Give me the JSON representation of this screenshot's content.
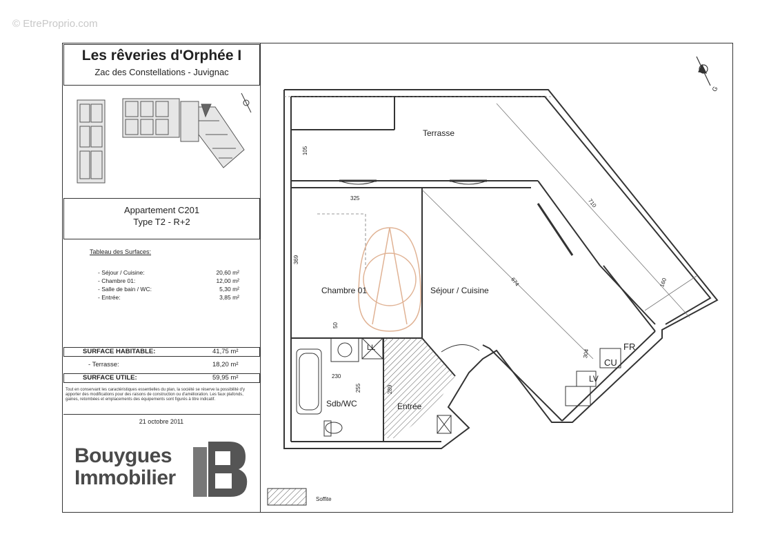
{
  "watermark": "© EtreProprio.com",
  "header": {
    "title": "Les rêveries d'Orphée I",
    "subtitle": "Zac des Constellations - Juvignac"
  },
  "apartment": {
    "line1": "Appartement C201",
    "line2": "Type T2 - R+2"
  },
  "surfaces": {
    "title": "Tableau des Surfaces:",
    "rows": [
      {
        "label": "- Séjour / Cuisine:",
        "value": "20,60 m²"
      },
      {
        "label": "- Chambre 01:",
        "value": "12,00 m²"
      },
      {
        "label": "- Salle de bain / WC:",
        "value": "5,30 m²"
      },
      {
        "label": "- Entrée:",
        "value": "3,85 m²"
      }
    ]
  },
  "totals": {
    "habitable_label": "SURFACE HABITABLE:",
    "habitable_value": "41,75 m²",
    "terrasse_label": "- Terrasse:",
    "terrasse_value": "18,20 m²",
    "utile_label": "SURFACE UTILE:",
    "utile_value": "59,95 m²"
  },
  "disclaimer": "Tout en conservant les caractéristiques essentielles du plan, la société se réserve la possibilité d'y apporter des modifications pour des raisons de construction ou d'amélioration. Les faux plafonds, gaines, retombées et emplacements des équipements sont figurés à titre indicatif.",
  "date": "21 octobre 2011",
  "logo": {
    "line1": "Bouygues",
    "line2": "Immobilier"
  },
  "compass": "G",
  "plan": {
    "rooms": {
      "terrasse": "Terrasse",
      "chambre": "Chambre 01",
      "sejour": "Séjour / Cuisine",
      "sdb": "Sdb/WC",
      "entree": "Entrée"
    },
    "equipment": {
      "fr": "FR",
      "cu": "CU",
      "lv": "LV",
      "ll": "LL"
    },
    "dimensions": {
      "d105": "105",
      "d325": "325",
      "d369": "369",
      "d710": "710",
      "d674": "674",
      "d160": "160",
      "d304": "304",
      "d50": "50",
      "d230": "230",
      "d255": "255",
      "d289": "289"
    },
    "legend": "Soffite"
  }
}
